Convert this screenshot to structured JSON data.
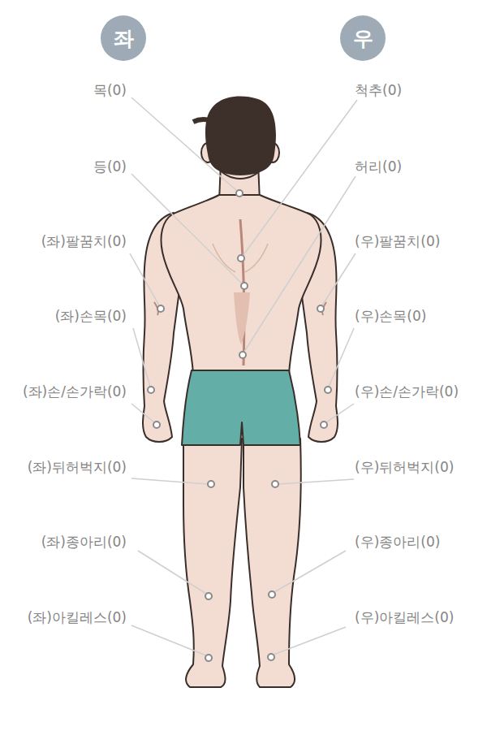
{
  "diagram": {
    "nodes": [
      {
        "text": [
          "좌"
        ]
      },
      {
        "text": [
          "우"
        ]
      }
    ],
    "labels": [
      "목(0)",
      "척추(0)",
      "등(0)",
      "허리(0)",
      "(좌)팔꿈치(0)",
      "(우)팔꿈치(0)",
      "(좌)손목(0)",
      "(우)손목(0)",
      "(좌)손/손가락(0)",
      "(우)손/손가락(0)",
      "(좌)뒤허벅지(0)",
      "(우)뒤허벅지(0)",
      "(좌)종아리(0)",
      "(우)종아리(0)",
      "(좌)아킬레스(0)",
      "(우)아킬레스(0)"
    ]
  }
}
